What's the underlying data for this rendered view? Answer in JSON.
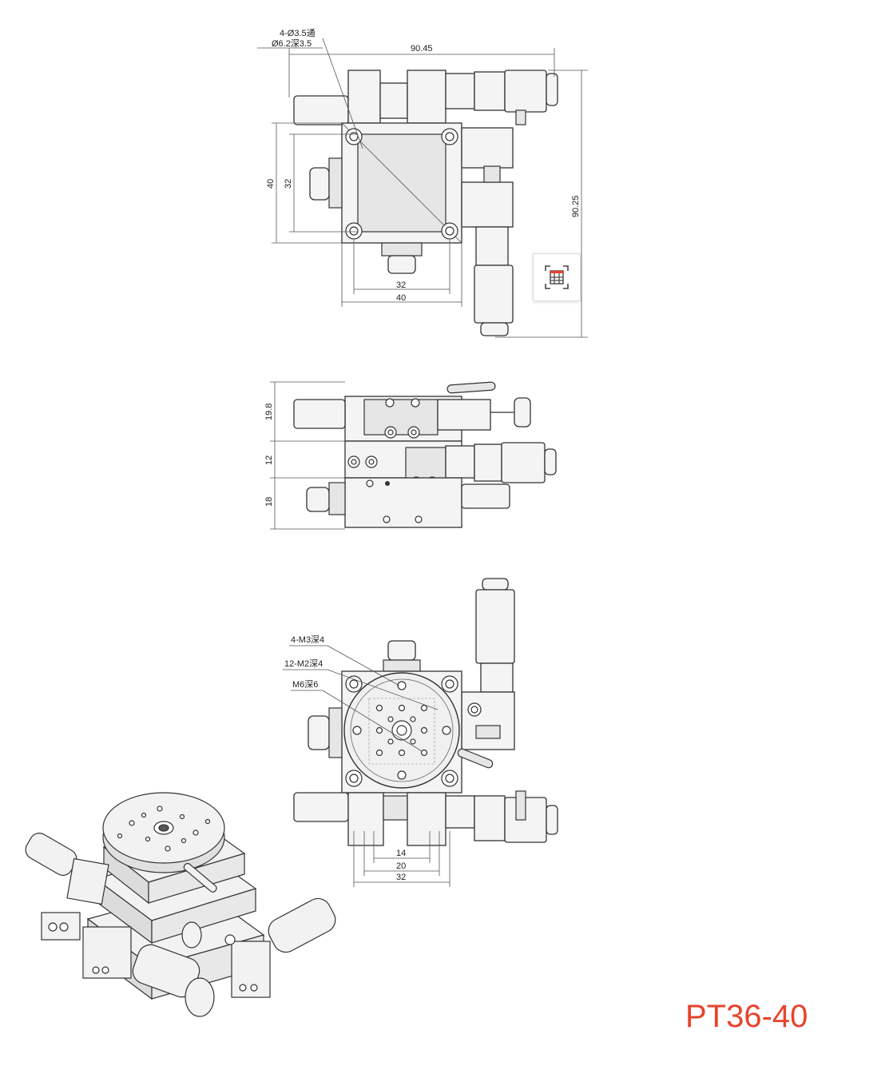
{
  "top_view": {
    "hole_note_line1": "4-Ø3.5通",
    "hole_note_line2": "Ø6.2深3.5",
    "dim_width_overall": "90.45",
    "dim_height_overall": "90.25",
    "dim_left_outer": "40",
    "dim_left_inner": "32",
    "dim_bottom_inner": "32",
    "dim_bottom_outer": "40"
  },
  "side_view": {
    "dim_top": "19.8",
    "dim_middle": "12",
    "dim_bottom": "18"
  },
  "bottom_view": {
    "note_m3": "4-M3深4",
    "note_m2": "12-M2深4",
    "note_m6": "M6深6",
    "dim_14": "14",
    "dim_20": "20",
    "dim_32": "32"
  },
  "model_label": "PT36-40",
  "table_icon": "table-scan-icon"
}
